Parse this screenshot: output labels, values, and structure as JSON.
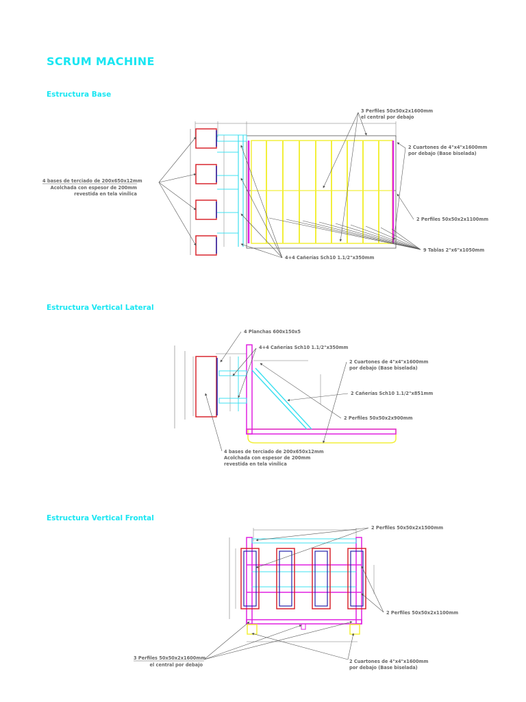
{
  "page": {
    "title": "SCRUM MACHINE"
  },
  "sections": {
    "base": {
      "heading": "Estructura Base",
      "labels": {
        "perfiles_top_1": "3 Perfiles 50x50x2x1600mm",
        "perfiles_top_2": "el central por debajo",
        "cuartones_1": "2 Cuartones de 4\"x4\"x1600mm",
        "cuartones_2": "por debajo (Base biselada)",
        "bases_1": "4 bases de terciado de 200x650x12mm",
        "bases_2": "Acolchada con espesor de 200mm",
        "bases_3": "revestida en tela vinílica",
        "perfiles_right": "2 Perfiles 50x50x2x1100mm",
        "tablas": "9 Tablas 2\"x6\"x1050mm",
        "canerias": "4+4 Cañerías Sch10 1.1/2\"x350mm"
      }
    },
    "lateral": {
      "heading": "Estructura Vertical Lateral",
      "labels": {
        "planchas": "4 Planchas 600x150x5",
        "canerias": "4+4 Cañerías Sch10 1.1/2\"x350mm",
        "cuartones_1": "2 Cuartones de 4\"x4\"x1600mm",
        "cuartones_2": "por debajo (Base biselada)",
        "canerias_diag": "2 Cañerías Sch10 1.1/2\"x851mm",
        "perfiles": "2 Perfiles 50x50x2x900mm",
        "bases_1": "4 bases de terciado de 200x650x12mm",
        "bases_2": "Acolchada con espesor de 200mm",
        "bases_3": "revestida en tela vinílica"
      }
    },
    "frontal": {
      "heading": "Estructura Vertical Frontal",
      "labels": {
        "perfiles_top": "2 Perfiles 50x50x2x1500mm",
        "perfiles_mid": "2 Perfiles 50x50x2x1100mm",
        "perfiles_left_1": "3 Perfiles 50x50x2x1600mm",
        "perfiles_left_2": "el central por debajo",
        "cuartones_1": "2 Cuartones de 4\"x4\"x1600mm",
        "cuartones_2": "por debajo (Base biselada)"
      }
    }
  },
  "colors": {
    "title": "#19e6f2",
    "magenta": "#e020e0",
    "yellow": "#f2ef3a",
    "cyan": "#3fe0f0",
    "red": "#d8262f",
    "blue": "#2222aa",
    "line": "#555555"
  }
}
